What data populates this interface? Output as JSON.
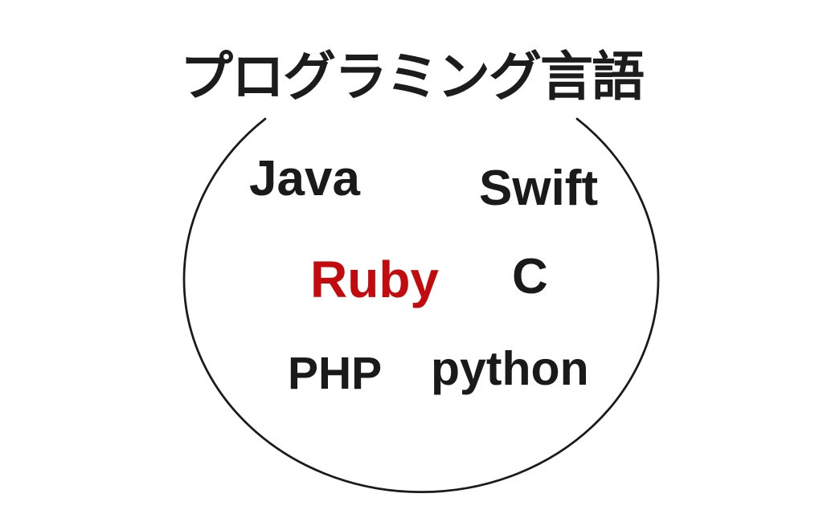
{
  "page": {
    "background_color": "#ffffff"
  },
  "diagram": {
    "title": "プログラミング言語",
    "circle": {
      "stroke_color": "#1a1a1a",
      "description": "open-oval-set-boundary"
    },
    "colors": {
      "text": "#1a1a1a",
      "highlight": "#c30a0e"
    },
    "languages": [
      {
        "name": "Java",
        "color": "#1a1a1a"
      },
      {
        "name": "Swift",
        "color": "#1a1a1a"
      },
      {
        "name": "Ruby",
        "color": "#c30a0e"
      },
      {
        "name": "C",
        "color": "#1a1a1a"
      },
      {
        "name": "PHP",
        "color": "#1a1a1a"
      },
      {
        "name": "python",
        "color": "#1a1a1a"
      }
    ]
  }
}
